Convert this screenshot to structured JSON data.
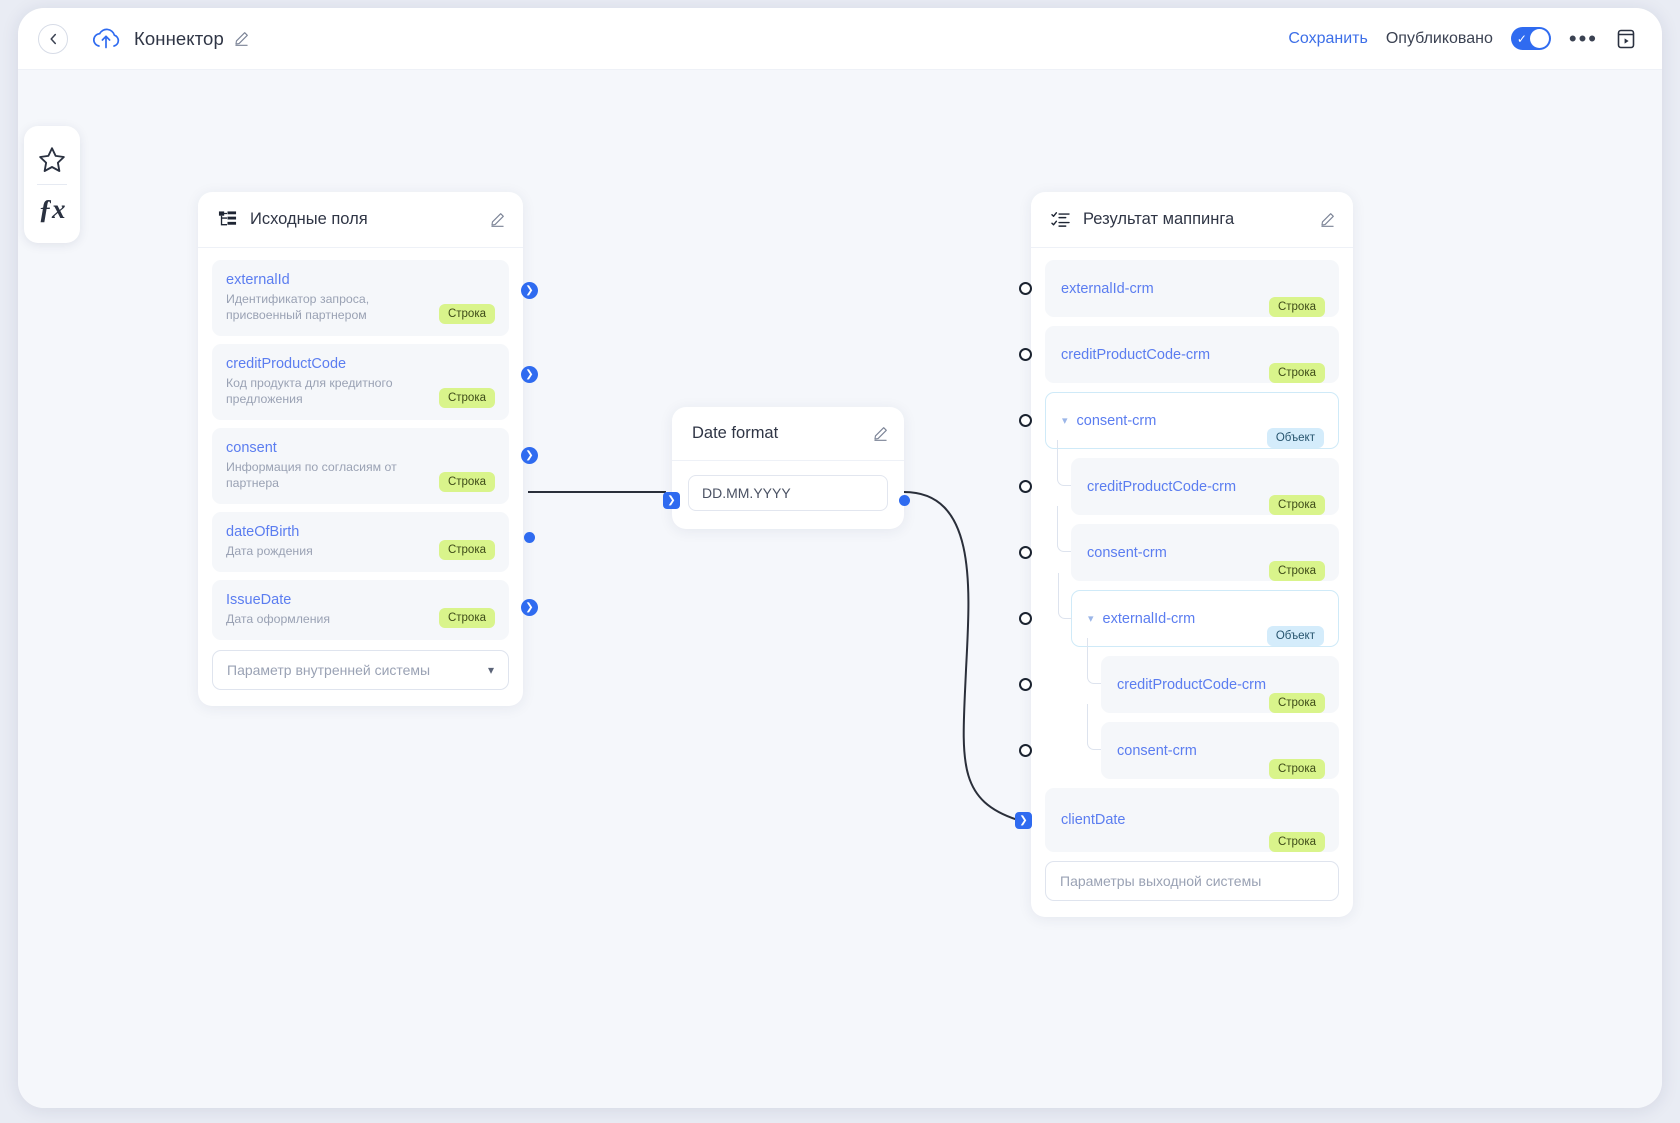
{
  "header": {
    "back_icon": "chevron-left-icon",
    "logo_icon": "cloud-upload-icon",
    "title": "Коннектор",
    "edit_icon": "pencil-icon",
    "save_label": "Сохранить",
    "publish_label": "Опубликовано",
    "publish_state": "on",
    "more_icon": "ellipsis-icon",
    "run_icon": "run-panel-icon",
    "accent_color": "#2f6bf0",
    "link_color": "#3d6fe8"
  },
  "toolbar": {
    "items": [
      {
        "name": "favorite",
        "icon": "star-icon"
      },
      {
        "name": "function",
        "icon": "fx-icon"
      }
    ]
  },
  "source_panel": {
    "icon": "hierarchy-icon",
    "title": "Исходные поля",
    "edit_icon": "pencil-icon",
    "fields": [
      {
        "name": "externalId",
        "desc": "Идентификатор запроса, присвоенный партнером",
        "type": "Строка"
      },
      {
        "name": "creditProductCode",
        "desc": "Код продукта для кредитного предложения",
        "type": "Строка"
      },
      {
        "name": "consent",
        "desc": "Информация по согласиям от партнера",
        "type": "Строка"
      },
      {
        "name": "dateOfBirth",
        "desc": "Дата рождения",
        "type": "Строка"
      },
      {
        "name": "IssueDate",
        "desc": "Дата оформления",
        "type": "Строка"
      }
    ],
    "select_placeholder": "Параметр внутренней системы",
    "chevron_icon": "chevron-down-icon"
  },
  "transform_node": {
    "title": "Date format",
    "edit_icon": "pencil-icon",
    "value": "DD.MM.YYYY"
  },
  "output_panel": {
    "icon": "checklist-icon",
    "title": "Результат маппинга",
    "edit_icon": "pencil-icon",
    "rows": [
      {
        "name": "externalId-crm",
        "type": "Строка",
        "indent": 0,
        "expandable": false,
        "connected": false
      },
      {
        "name": "creditProductCode-crm",
        "type": "Строка",
        "indent": 0,
        "expandable": false,
        "connected": false
      },
      {
        "name": "consent-crm",
        "type": "Объект",
        "indent": 0,
        "expandable": true,
        "connected": false
      },
      {
        "name": "creditProductCode-crm",
        "type": "Строка",
        "indent": 1,
        "expandable": false,
        "connected": false
      },
      {
        "name": "consent-crm",
        "type": "Строка",
        "indent": 1,
        "expandable": false,
        "connected": false
      },
      {
        "name": "externalId-crm",
        "type": "Объект",
        "indent": 1,
        "expandable": true,
        "connected": false
      },
      {
        "name": "creditProductCode-crm",
        "type": "Строка",
        "indent": 2,
        "expandable": false,
        "connected": false
      },
      {
        "name": "consent-crm",
        "type": "Строка",
        "indent": 2,
        "expandable": false,
        "connected": false
      },
      {
        "name": "clientDate",
        "type": "Строка",
        "indent": 0,
        "expandable": false,
        "connected": true
      }
    ],
    "select_placeholder": "Параметры выходной системы",
    "badge_colors": {
      "Строка": "#d9f48b",
      "Объект": "#d4ecfb"
    }
  }
}
